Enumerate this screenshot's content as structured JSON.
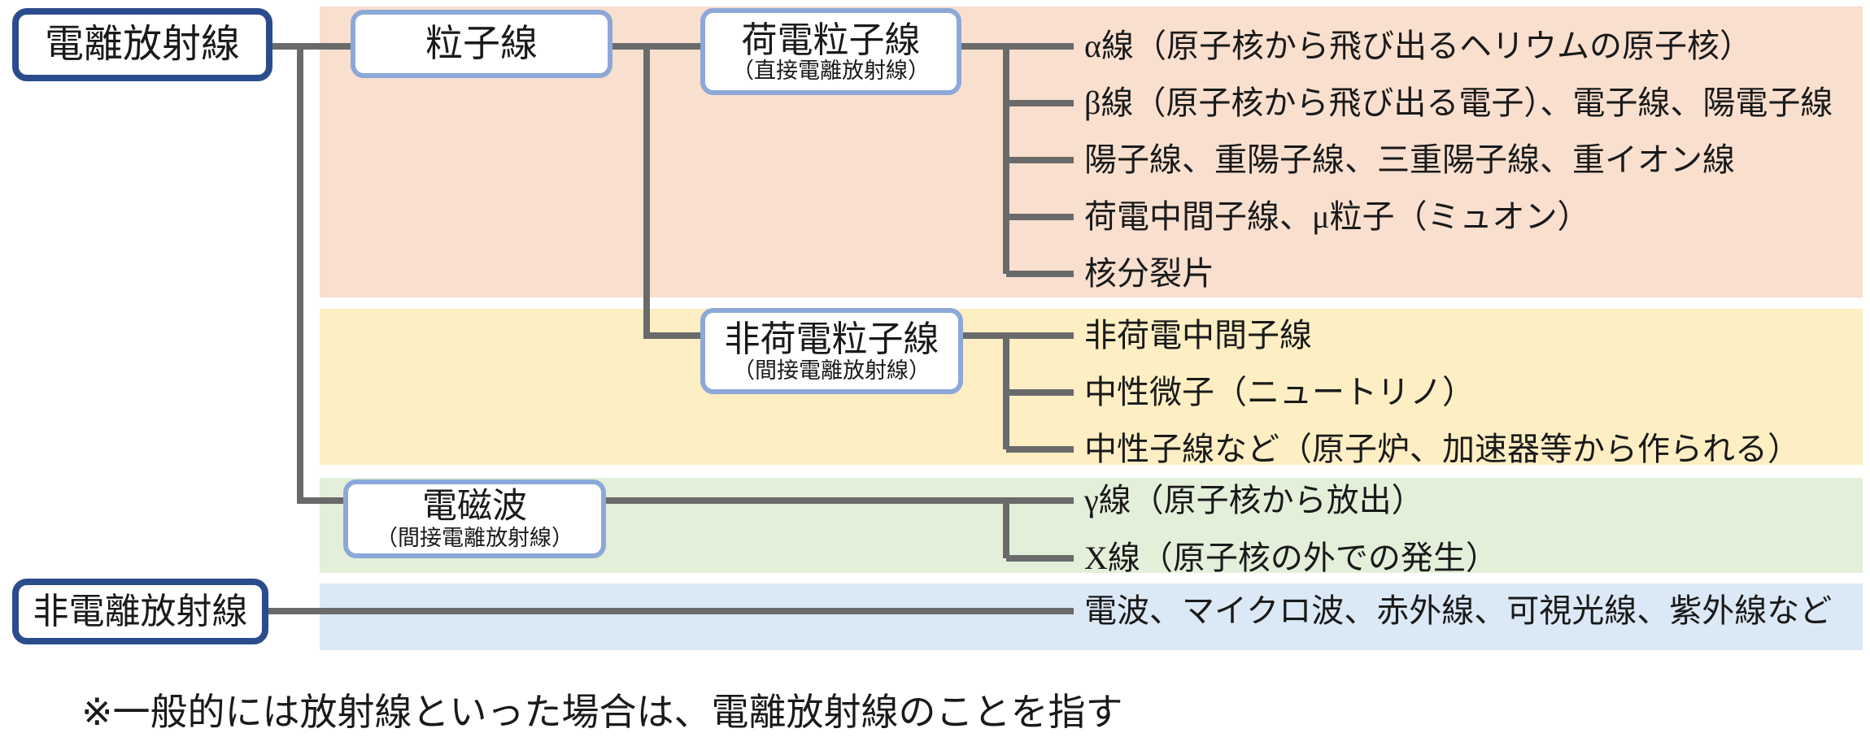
{
  "title": "放射線の分類図",
  "colors": {
    "band_charged": "#f9dfce",
    "band_uncharged": "#fdeec3",
    "band_em": "#e4efda",
    "band_radio": "#dbe8f5",
    "root_border": "#2b4c8c",
    "branch_border": "#8ca8d8",
    "connector": "#6a6a6a"
  },
  "roots": {
    "ionizing": {
      "label": "電離放射線"
    },
    "non_ionizing": {
      "label": "非電離放射線"
    }
  },
  "branches": {
    "particle": {
      "label": "粒子線",
      "sub": ""
    },
    "charged": {
      "label": "荷電粒子線",
      "sub": "（直接電離放射線）"
    },
    "uncharged": {
      "label": "非荷電粒子線",
      "sub": "（間接電離放射線）"
    },
    "em": {
      "label": "電磁波",
      "sub": "（間接電離放射線）"
    }
  },
  "leaves": {
    "charged": [
      "α線（原子核から飛び出るヘリウムの原子核）",
      "β線（原子核から飛び出る電子）、電子線、陽電子線",
      "陽子線、重陽子線、三重陽子線、重イオン線",
      "荷電中間子線、μ粒子（ミュオン）",
      "核分裂片"
    ],
    "uncharged": [
      "非荷電中間子線",
      "中性微子（ニュートリノ）",
      "中性子線など（原子炉、加速器等から作られる）"
    ],
    "em": [
      "γ線（原子核から放出）",
      "X線（原子核の外での発生）"
    ],
    "non_ionizing": [
      "電波、マイクロ波、赤外線、可視光線、紫外線など"
    ]
  },
  "footnote": "※一般的には放射線といった場合は、電離放射線のことを指す"
}
